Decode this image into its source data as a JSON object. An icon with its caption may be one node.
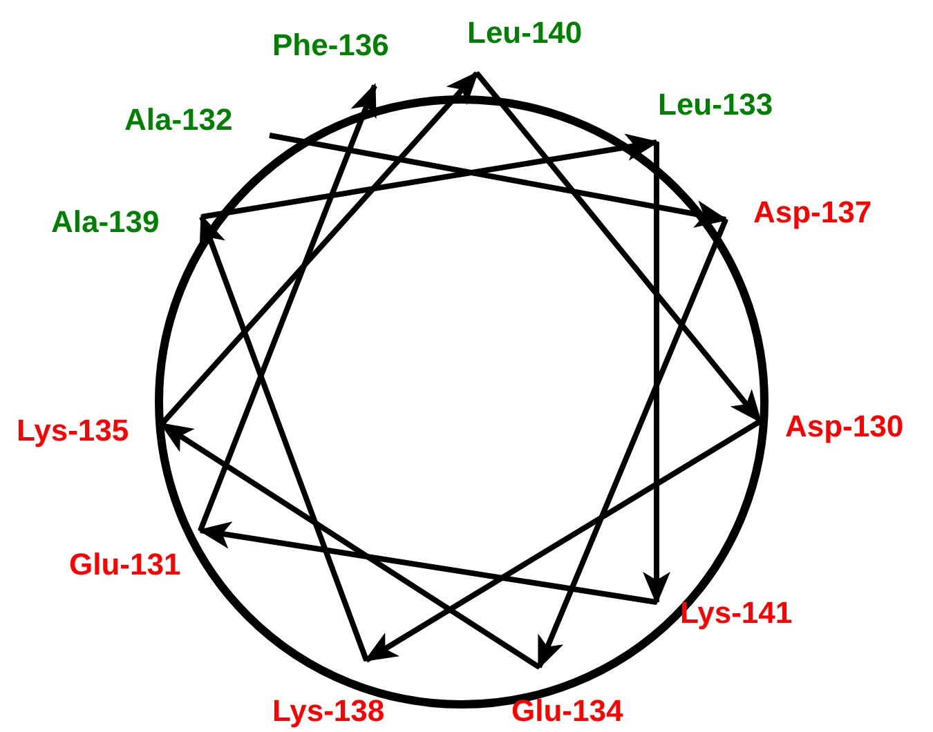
{
  "diagram": {
    "nodes": [
      {
        "text": [
          "Phe-136"
        ]
      },
      {
        "text": [
          "Leu-140"
        ]
      },
      {
        "text": [
          "Ala-132"
        ]
      },
      {
        "text": [
          "Leu-133"
        ]
      },
      {
        "text": [
          "Ala-139"
        ]
      },
      {
        "text": [
          "Asp-137"
        ]
      },
      {
        "text": [
          "Lys-135"
        ]
      },
      {
        "text": [
          "Asp-130"
        ]
      },
      {
        "text": [
          "Glu-131"
        ]
      },
      {
        "text": [
          "Lys-141"
        ]
      },
      {
        "text": [
          "Lys-138"
        ]
      },
      {
        "text": [
          "Glu-134"
        ]
      }
    ],
    "edges": [
      {
        "from": 2,
        "to": 5,
        "arrow": "to"
      },
      {
        "from": 4,
        "to": 3,
        "arrow": "to"
      },
      {
        "from": 3,
        "to": 9,
        "arrow": "to"
      },
      {
        "from": 1,
        "to": 7,
        "arrow": "to"
      },
      {
        "from": 5,
        "to": 11,
        "arrow": "to"
      },
      {
        "from": 7,
        "to": 10,
        "arrow": "to"
      },
      {
        "from": 9,
        "to": 8,
        "arrow": "to"
      },
      {
        "from": 11,
        "to": 6,
        "arrow": "to"
      },
      {
        "from": 10,
        "to": 4,
        "arrow": "to"
      },
      {
        "from": 6,
        "to": 1,
        "arrow": "to"
      },
      {
        "from": 8,
        "to": 0,
        "arrow": "to"
      }
    ]
  }
}
